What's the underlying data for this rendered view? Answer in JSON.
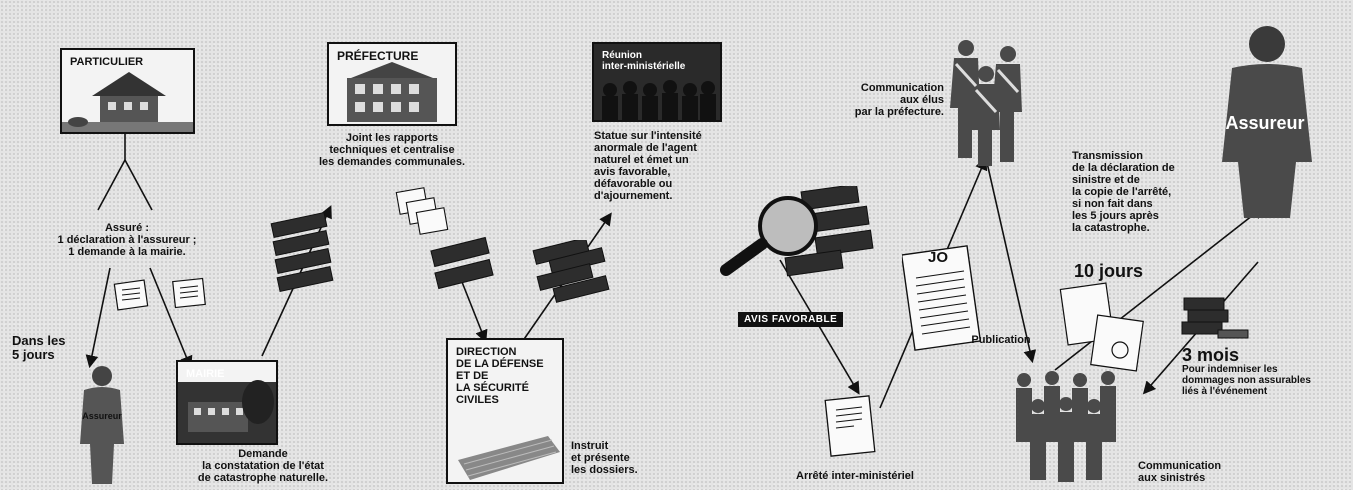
{
  "boxes": {
    "particulier": "PARTICULIER",
    "prefecture": "PRÉFECTURE",
    "reunion": "Réunion\ninter-ministérielle",
    "mairie": "MAIRIE",
    "ddsc": "DIRECTION\nDE LA DÉFENSE\nET DE\nLA SÉCURITÉ\nCIVILES"
  },
  "texts": {
    "assure": "Assuré :\n1 déclaration à l'assureur ;\n1 demande à la mairie.",
    "dans_les_5_jours": "Dans les\n5 jours",
    "assureur_small": "Assureur",
    "mairie_desc": "Demande\nla constatation de l'état\nde catastrophe naturelle.",
    "prefecture_desc": "Joint les rapports\ntechniques et centralise\nles demandes communales.",
    "reunion_desc": "Statue sur l'intensité\nanormale de l'agent\nnaturel et émet un\navis favorable,\ndéfavorable ou\nd'ajournement.",
    "ddsc_desc": "Instruit\net présente\nles dossiers.",
    "avis_favorable": "AVIS FAVORABLE",
    "arrete": "Arrêté inter-ministériel",
    "publication": "Publication",
    "communication_elus": "Communication\naux élus\npar la préfecture.",
    "assureur_big": "Assureur",
    "transmission": "Transmission\nde la déclaration de\nsinistre et de\nla copie de l'arrêté,\nsi non fait dans\nles 5 jours après\nla catastrophe.",
    "dix_jours": "10 jours",
    "trois_mois": "3 mois",
    "indemniser": "Pour indemniser les\ndommages non assurables\nliés à l'événement",
    "communication_sinistres": "Communication\naux sinistrés",
    "jo_label": "JO"
  },
  "colors": {
    "ink": "#111111",
    "paper": "#f3f3f3",
    "background": "#e4e4e4"
  },
  "icons": [
    "house-icon",
    "building-icon",
    "crowd-icon",
    "person-icon",
    "document-icon",
    "folder-stack-icon",
    "magnifier-icon",
    "money-icon",
    "newspaper-icon"
  ]
}
